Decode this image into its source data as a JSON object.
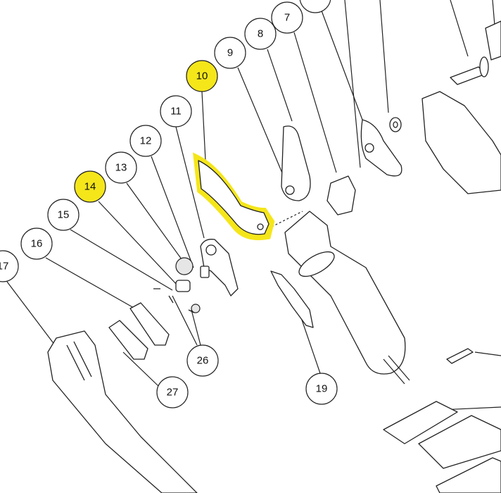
{
  "diagram": {
    "highlight_color": "#f5e61a",
    "callouts": [
      {
        "id": "c17",
        "label": "17",
        "highlighted": false
      },
      {
        "id": "c16",
        "label": "16",
        "highlighted": false
      },
      {
        "id": "c15",
        "label": "15",
        "highlighted": false
      },
      {
        "id": "c14",
        "label": "14",
        "highlighted": true
      },
      {
        "id": "c13",
        "label": "13",
        "highlighted": false
      },
      {
        "id": "c12",
        "label": "12",
        "highlighted": false
      },
      {
        "id": "c11",
        "label": "11",
        "highlighted": false
      },
      {
        "id": "c10",
        "label": "10",
        "highlighted": true
      },
      {
        "id": "c9",
        "label": "9",
        "highlighted": false
      },
      {
        "id": "c8",
        "label": "8",
        "highlighted": false
      },
      {
        "id": "c7",
        "label": "7",
        "highlighted": false
      },
      {
        "id": "c26",
        "label": "26",
        "highlighted": false
      },
      {
        "id": "c27",
        "label": "27",
        "highlighted": false
      },
      {
        "id": "c19",
        "label": "19",
        "highlighted": false
      }
    ]
  }
}
